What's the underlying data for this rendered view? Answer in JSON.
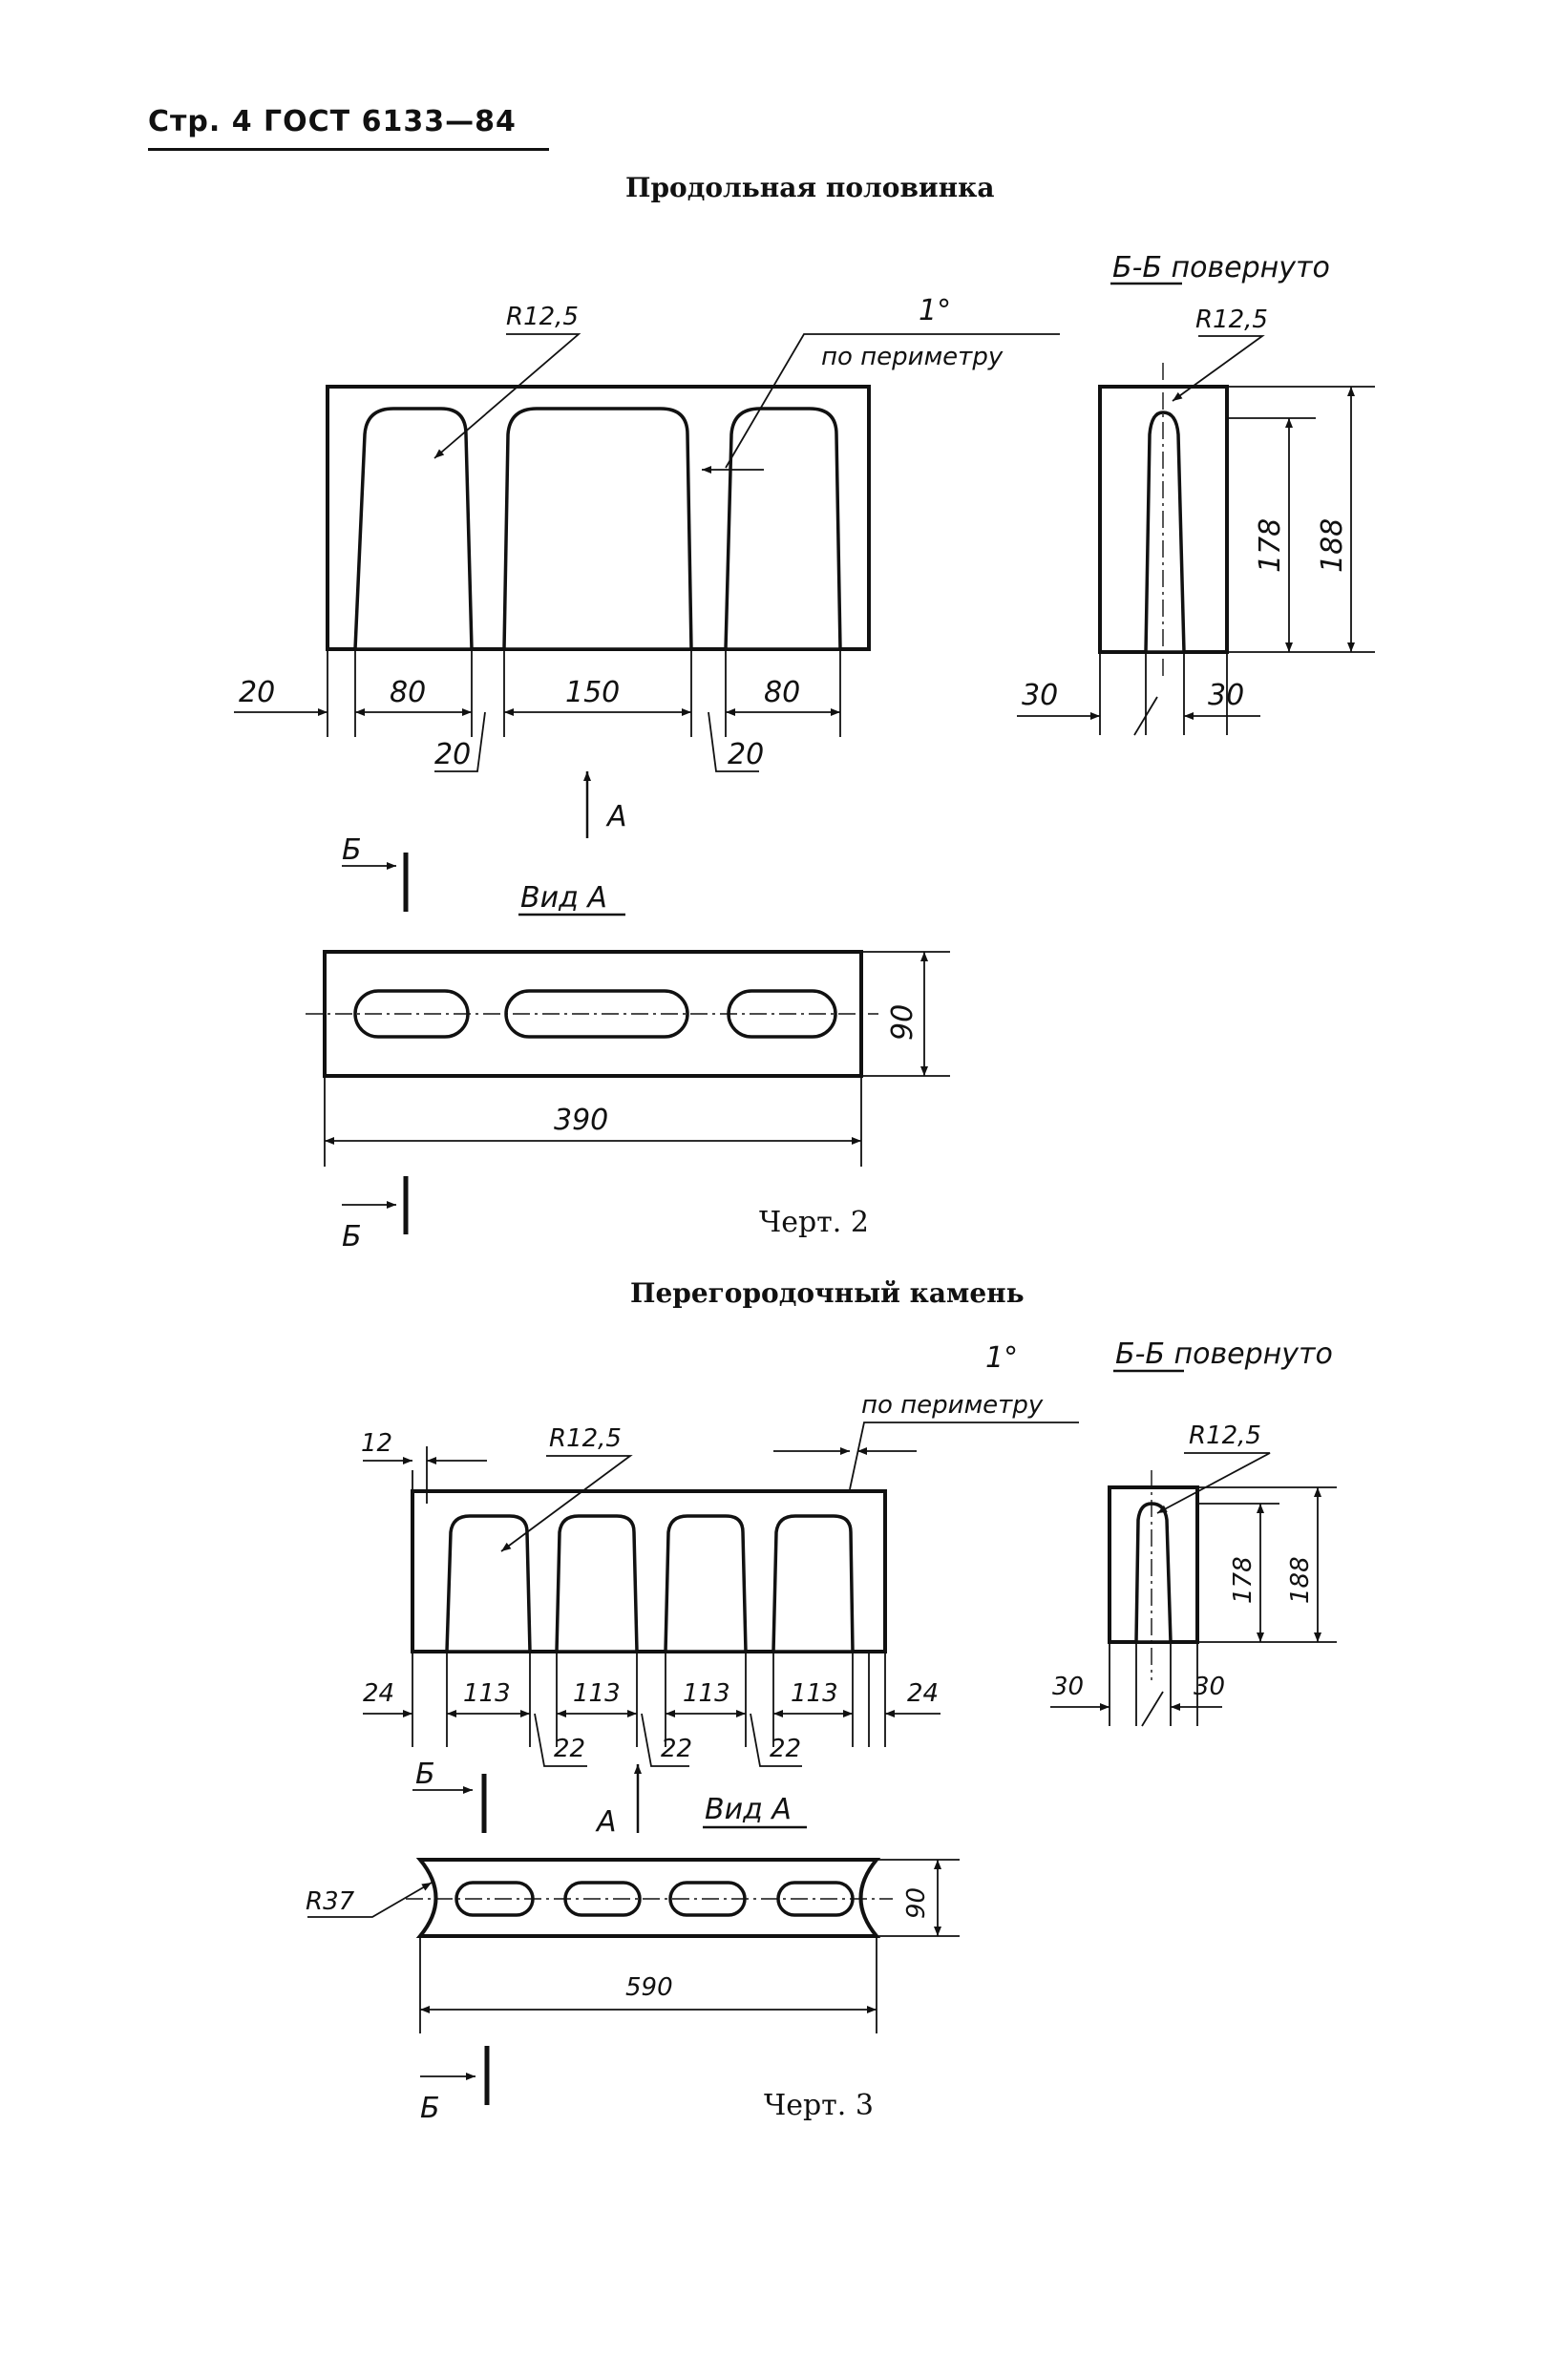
{
  "header": {
    "text": "Стр. 4 ГОСТ 6133—84"
  },
  "figure2": {
    "title": "Продольная половинка",
    "caption": "Черт. 2",
    "section_label": "Б-Б повернуто",
    "radius_label": "R12,5",
    "section_radius_label": "R12,5",
    "slope_angle": "1°",
    "slope_note": "по периметру",
    "view_label": "Вид А",
    "arrow_label": "А",
    "cut_label": "Б",
    "dims_bottom": [
      "20",
      "80",
      "150",
      "80"
    ],
    "dims_ribs": [
      "20",
      "20"
    ],
    "section_dims_height": [
      "178",
      "188"
    ],
    "section_dims_width": [
      "30",
      "30"
    ],
    "plan_width": "390",
    "plan_depth": "90"
  },
  "figure3": {
    "title": "Перегородочный камень",
    "caption": "Черт. 3",
    "section_label": "Б-Б повернуто",
    "radius_label": "R12,5",
    "section_radius_label": "R12,5",
    "slope_angle": "1°",
    "slope_note": "по периметру",
    "view_label": "Вид А",
    "arrow_label": "А",
    "cut_label": "Б",
    "dim_top": "12",
    "dims_bottom": [
      "24",
      "113",
      "113",
      "113",
      "113",
      "24"
    ],
    "dims_ribs": [
      "22",
      "22",
      "22"
    ],
    "section_dims_height": [
      "178",
      "188"
    ],
    "section_dims_width": [
      "30",
      "30"
    ],
    "plan_width": "590",
    "plan_depth": "90",
    "end_radius": "R37"
  }
}
